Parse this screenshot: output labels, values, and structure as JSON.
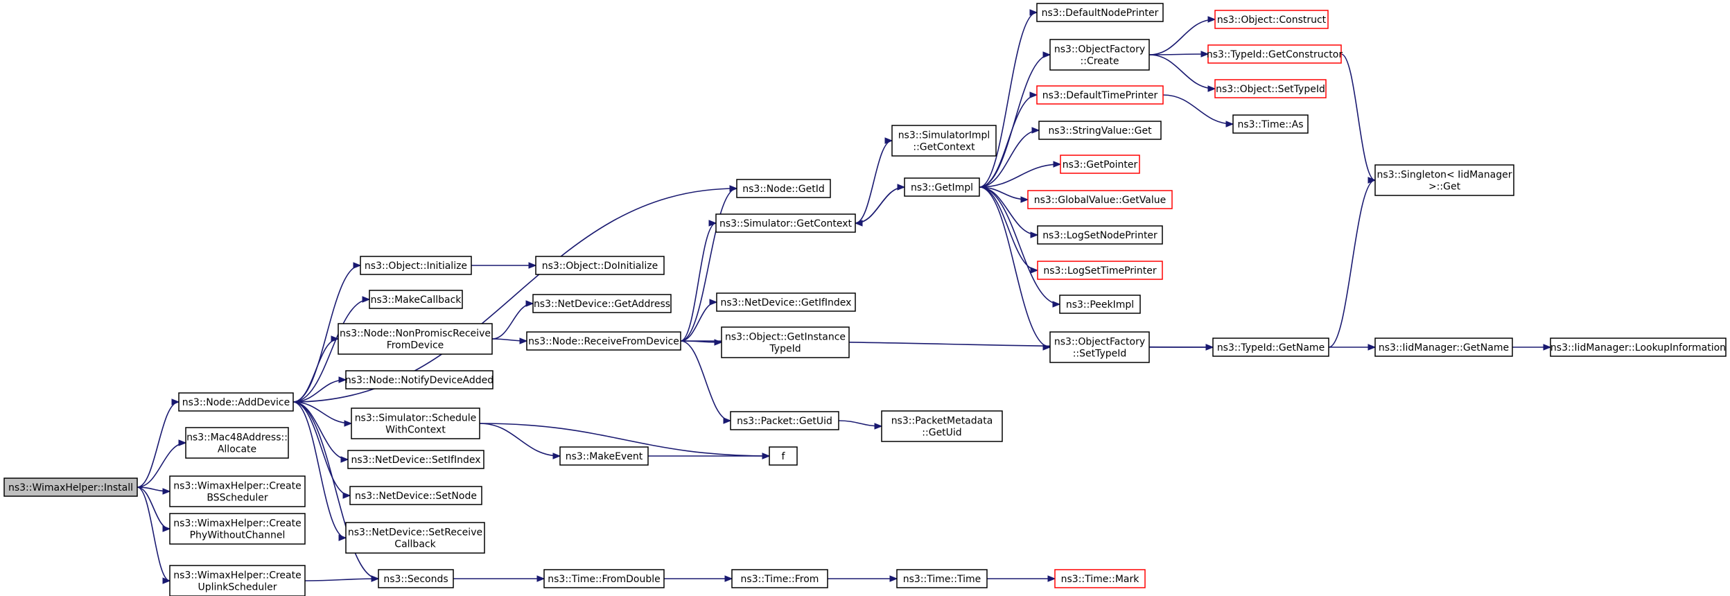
{
  "colors": {
    "edge": "#191970",
    "normal_border": "#000000",
    "truncated_border": "#ff0000",
    "root_fill": "#bfbfbf",
    "background": "#ffffff"
  },
  "nodes": [
    {
      "id": "install",
      "lines": [
        "ns3::WimaxHelper::Install"
      ],
      "style": "root"
    },
    {
      "id": "adddevice",
      "lines": [
        "ns3::Node::AddDevice"
      ],
      "style": "normal"
    },
    {
      "id": "mac48",
      "lines": [
        "ns3::Mac48Address::",
        "Allocate"
      ],
      "style": "normal"
    },
    {
      "id": "createbs",
      "lines": [
        "ns3::WimaxHelper::Create",
        "BSScheduler"
      ],
      "style": "normal"
    },
    {
      "id": "createphy",
      "lines": [
        "ns3::WimaxHelper::Create",
        "PhyWithoutChannel"
      ],
      "style": "normal"
    },
    {
      "id": "createup",
      "lines": [
        "ns3::WimaxHelper::Create",
        "UplinkScheduler"
      ],
      "style": "normal"
    },
    {
      "id": "nodegetid",
      "lines": [
        "ns3::Node::GetId"
      ],
      "style": "normal"
    },
    {
      "id": "objinit",
      "lines": [
        "ns3::Object::Initialize"
      ],
      "style": "normal"
    },
    {
      "id": "objdoinit",
      "lines": [
        "ns3::Object::DoInitialize"
      ],
      "style": "normal"
    },
    {
      "id": "makecallback",
      "lines": [
        "ns3::MakeCallback"
      ],
      "style": "normal"
    },
    {
      "id": "nonpromisc",
      "lines": [
        "ns3::Node::NonPromiscReceive",
        "FromDevice"
      ],
      "style": "normal"
    },
    {
      "id": "notifyadded",
      "lines": [
        "ns3::Node::NotifyDeviceAdded"
      ],
      "style": "normal"
    },
    {
      "id": "schedwithctx",
      "lines": [
        "ns3::Simulator::Schedule",
        "WithContext"
      ],
      "style": "normal"
    },
    {
      "id": "setifindex",
      "lines": [
        "ns3::NetDevice::SetIfIndex"
      ],
      "style": "normal"
    },
    {
      "id": "setnode",
      "lines": [
        "ns3::NetDevice::SetNode"
      ],
      "style": "normal"
    },
    {
      "id": "setreceivecb",
      "lines": [
        "ns3::NetDevice::SetReceive",
        "Callback"
      ],
      "style": "normal"
    },
    {
      "id": "seconds",
      "lines": [
        "ns3::Seconds"
      ],
      "style": "normal"
    },
    {
      "id": "getaddress",
      "lines": [
        "ns3::NetDevice::GetAddress"
      ],
      "style": "normal"
    },
    {
      "id": "receivefromdev",
      "lines": [
        "ns3::Node::ReceiveFromDevice"
      ],
      "style": "normal"
    },
    {
      "id": "makeevent",
      "lines": [
        "ns3::MakeEvent"
      ],
      "style": "normal"
    },
    {
      "id": "fromdouble",
      "lines": [
        "ns3::Time::FromDouble"
      ],
      "style": "normal"
    },
    {
      "id": "simgetctx",
      "lines": [
        "ns3::Simulator::GetContext"
      ],
      "style": "normal"
    },
    {
      "id": "getifindex",
      "lines": [
        "ns3::NetDevice::GetIfIndex"
      ],
      "style": "normal"
    },
    {
      "id": "getinsttypeid",
      "lines": [
        "ns3::Object::GetInstance",
        "TypeId"
      ],
      "style": "normal"
    },
    {
      "id": "packetgetuid",
      "lines": [
        "ns3::Packet::GetUid"
      ],
      "style": "normal"
    },
    {
      "id": "f",
      "lines": [
        "f"
      ],
      "style": "normal"
    },
    {
      "id": "timefrom",
      "lines": [
        "ns3::Time::From"
      ],
      "style": "normal"
    },
    {
      "id": "simimplgetctx",
      "lines": [
        "ns3::SimulatorImpl",
        "::GetContext"
      ],
      "style": "normal"
    },
    {
      "id": "getimpl",
      "lines": [
        "ns3::GetImpl"
      ],
      "style": "normal"
    },
    {
      "id": "pktmetagetuid",
      "lines": [
        "ns3::PacketMetadata",
        "::GetUid"
      ],
      "style": "normal"
    },
    {
      "id": "timetime",
      "lines": [
        "ns3::Time::Time"
      ],
      "style": "normal"
    },
    {
      "id": "defnodeprinter",
      "lines": [
        "ns3::DefaultNodePrinter"
      ],
      "style": "normal"
    },
    {
      "id": "objfactcreate",
      "lines": [
        "ns3::ObjectFactory",
        "::Create"
      ],
      "style": "normal"
    },
    {
      "id": "deftimeprinter",
      "lines": [
        "ns3::DefaultTimePrinter"
      ],
      "style": "truncated"
    },
    {
      "id": "stringvalueget",
      "lines": [
        "ns3::StringValue::Get"
      ],
      "style": "normal"
    },
    {
      "id": "getpointer",
      "lines": [
        "ns3::GetPointer"
      ],
      "style": "truncated"
    },
    {
      "id": "globalvalueget",
      "lines": [
        "ns3::GlobalValue::GetValue"
      ],
      "style": "truncated"
    },
    {
      "id": "logsetnodeprinter",
      "lines": [
        "ns3::LogSetNodePrinter"
      ],
      "style": "normal"
    },
    {
      "id": "logsettimeprinter",
      "lines": [
        "ns3::LogSetTimePrinter"
      ],
      "style": "truncated"
    },
    {
      "id": "peekimpl",
      "lines": [
        "ns3::PeekImpl"
      ],
      "style": "normal"
    },
    {
      "id": "objfactsettypeid",
      "lines": [
        "ns3::ObjectFactory",
        "::SetTypeId"
      ],
      "style": "normal"
    },
    {
      "id": "timemark",
      "lines": [
        "ns3::Time::Mark"
      ],
      "style": "truncated"
    },
    {
      "id": "objconstruct",
      "lines": [
        "ns3::Object::Construct"
      ],
      "style": "truncated"
    },
    {
      "id": "typeidgetctor",
      "lines": [
        "ns3::TypeId::GetConstructor"
      ],
      "style": "truncated"
    },
    {
      "id": "objsettypeid",
      "lines": [
        "ns3::Object::SetTypeId"
      ],
      "style": "truncated"
    },
    {
      "id": "timeas",
      "lines": [
        "ns3::Time::As"
      ],
      "style": "normal"
    },
    {
      "id": "typeidgetname",
      "lines": [
        "ns3::TypeId::GetName"
      ],
      "style": "normal"
    },
    {
      "id": "singletonget",
      "lines": [
        "ns3::Singleton< IidManager",
        " >::Get"
      ],
      "style": "normal"
    },
    {
      "id": "iidgetname",
      "lines": [
        "ns3::IidManager::GetName"
      ],
      "style": "normal"
    },
    {
      "id": "iidlookup",
      "lines": [
        "ns3::IidManager::LookupInformation"
      ],
      "style": "normal"
    }
  ],
  "edges": [
    [
      "install",
      "adddevice"
    ],
    [
      "install",
      "mac48"
    ],
    [
      "install",
      "createbs"
    ],
    [
      "install",
      "createphy"
    ],
    [
      "install",
      "createup"
    ],
    [
      "adddevice",
      "nodegetid"
    ],
    [
      "adddevice",
      "objinit"
    ],
    [
      "adddevice",
      "makecallback"
    ],
    [
      "adddevice",
      "nonpromisc"
    ],
    [
      "adddevice",
      "notifyadded"
    ],
    [
      "adddevice",
      "schedwithctx"
    ],
    [
      "adddevice",
      "setifindex"
    ],
    [
      "adddevice",
      "setnode"
    ],
    [
      "adddevice",
      "setreceivecb"
    ],
    [
      "adddevice",
      "seconds"
    ],
    [
      "createup",
      "seconds"
    ],
    [
      "objinit",
      "objdoinit"
    ],
    [
      "nonpromisc",
      "getaddress"
    ],
    [
      "nonpromisc",
      "receivefromdev"
    ],
    [
      "schedwithctx",
      "makeevent"
    ],
    [
      "schedwithctx",
      "f"
    ],
    [
      "seconds",
      "fromdouble"
    ],
    [
      "receivefromdev",
      "nodegetid"
    ],
    [
      "receivefromdev",
      "simgetctx"
    ],
    [
      "receivefromdev",
      "getifindex"
    ],
    [
      "receivefromdev",
      "getinsttypeid"
    ],
    [
      "receivefromdev",
      "packetgetuid"
    ],
    [
      "receivefromdev",
      "typeidgetname"
    ],
    [
      "makeevent",
      "f"
    ],
    [
      "fromdouble",
      "timefrom"
    ],
    [
      "simgetctx",
      "simimplgetctx"
    ],
    [
      "simgetctx",
      "getimpl"
    ],
    [
      "packetgetuid",
      "pktmetagetuid"
    ],
    [
      "timefrom",
      "timetime"
    ],
    [
      "getimpl",
      "defnodeprinter"
    ],
    [
      "getimpl",
      "objfactcreate"
    ],
    [
      "getimpl",
      "deftimeprinter"
    ],
    [
      "getimpl",
      "stringvalueget"
    ],
    [
      "getimpl",
      "getpointer"
    ],
    [
      "getimpl",
      "globalvalueget"
    ],
    [
      "getimpl",
      "logsetnodeprinter"
    ],
    [
      "getimpl",
      "logsettimeprinter"
    ],
    [
      "getimpl",
      "peekimpl"
    ],
    [
      "getimpl",
      "objfactsettypeid"
    ],
    [
      "getimpl",
      "simgetctx"
    ],
    [
      "timetime",
      "timemark"
    ],
    [
      "objfactcreate",
      "objconstruct"
    ],
    [
      "objfactcreate",
      "typeidgetctor"
    ],
    [
      "objfactcreate",
      "objsettypeid"
    ],
    [
      "deftimeprinter",
      "timeas"
    ],
    [
      "objfactsettypeid",
      "typeidgetname"
    ],
    [
      "typeidgetctor",
      "singletonget"
    ],
    [
      "typeidgetname",
      "singletonget"
    ],
    [
      "typeidgetname",
      "iidgetname"
    ],
    [
      "iidgetname",
      "iidlookup"
    ]
  ]
}
